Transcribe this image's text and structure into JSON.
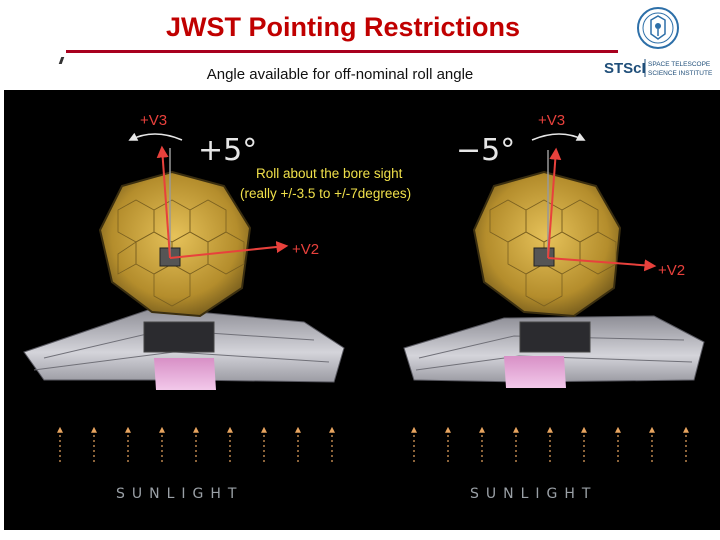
{
  "header": {
    "title": "JWST Pointing Restrictions",
    "subtitle": "Angle available for off-nominal roll angle"
  },
  "logo": {
    "abbrev": "STScI",
    "name_line1": "SPACE TELESCOPE",
    "name_line2": "SCIENCE INSTITUTE"
  },
  "figure": {
    "left": {
      "v3_label": "+V3",
      "v2_label": "+V2",
      "roll_label": "+5°",
      "sun_label": "SUNLIGHT"
    },
    "right": {
      "v3_label": "+V3",
      "v2_label": "+V2",
      "roll_label": "−5°",
      "sun_label": "SUNLIGHT"
    },
    "callout_line1": "Roll about the bore sight",
    "callout_line2": "(really +/-3.5 to +/-7degrees)"
  },
  "colors": {
    "title": "#c00000",
    "rule": "#a8001e",
    "axis": "#e8413c",
    "callout": "#f0e04a",
    "mirror": "#c9a23a",
    "sunshield": "#b9b9c0"
  }
}
